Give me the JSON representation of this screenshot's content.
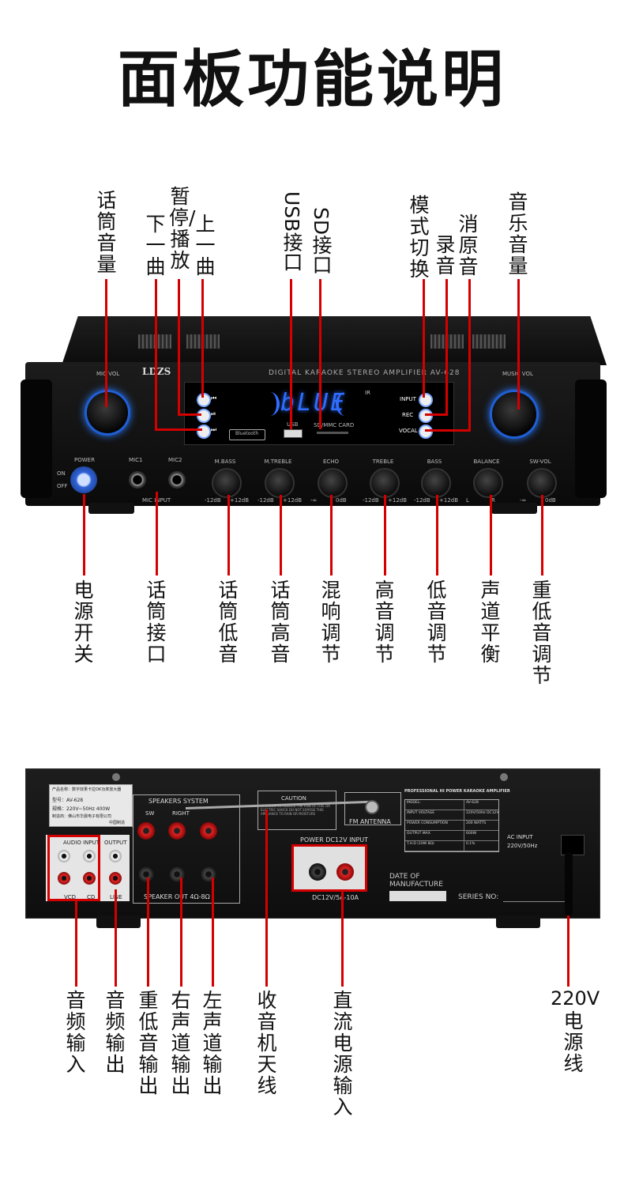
{
  "title": "面板功能说明",
  "front_device": {
    "brand": "LDZS",
    "model_line": "DIGITAL KARAOKE STEREO AMPLIFIER  AV-628",
    "display_text": "bLUE",
    "mic_vol": "MIC VOL",
    "music_vol": "MUSIC VOL",
    "power": "POWER",
    "on": "ON",
    "off": "OFF",
    "mic1": "MIC1",
    "mic2": "MIC2",
    "mic_input": "MIC INPUT",
    "ir": "IR",
    "usb": "USB",
    "sd_card": "SD/MMC CARD",
    "bluetooth": "Bluetooth",
    "input": "INPUT",
    "rec": "REC",
    "vocal": "VOCAL",
    "knobs": [
      {
        "label": "M.BASS",
        "min": "-12dB",
        "max": "+12dB"
      },
      {
        "label": "M.TREBLE",
        "min": "-12dB",
        "max": "+12dB"
      },
      {
        "label": "ECHO",
        "min": "-∞",
        "max": "0dB"
      },
      {
        "label": "TREBLE",
        "min": "-12dB",
        "max": "+12dB"
      },
      {
        "label": "BASS",
        "min": "-12dB",
        "max": "+12dB"
      },
      {
        "label": "BALANCE",
        "min": "L",
        "max": "R"
      },
      {
        "label": "SW-VOL",
        "min": "-∞",
        "max": "0dB"
      }
    ]
  },
  "front_labels_top": [
    {
      "name": "mic-volume",
      "text": "话筒音量"
    },
    {
      "name": "pause-play",
      "text": "暂停/播放"
    },
    {
      "name": "prev-track",
      "text": "下一曲"
    },
    {
      "name": "next-track",
      "text": "上一曲"
    },
    {
      "name": "usb-port",
      "text": "USB接口"
    },
    {
      "name": "sd-port",
      "text": "SD接口"
    },
    {
      "name": "mode-switch",
      "text": "模式切换"
    },
    {
      "name": "record",
      "text": "录音"
    },
    {
      "name": "vocal-cut",
      "text": "消原音"
    },
    {
      "name": "music-volume",
      "text": "音乐音量"
    }
  ],
  "front_labels_bottom": [
    {
      "name": "power-switch",
      "text": "电源开关"
    },
    {
      "name": "mic-jack",
      "text": "话筒接口"
    },
    {
      "name": "mic-bass",
      "text": "话筒低音"
    },
    {
      "name": "mic-treble",
      "text": "话筒高音"
    },
    {
      "name": "echo-adjust",
      "text": "混响调节"
    },
    {
      "name": "treble-adjust",
      "text": "高音调节"
    },
    {
      "name": "bass-adjust",
      "text": "低音调节"
    },
    {
      "name": "balance",
      "text": "声道平衡"
    },
    {
      "name": "subwoofer-adjust",
      "text": "重低音调节"
    }
  ],
  "rear_device": {
    "product_name": "产品名称：数字效果卡拉OK功率放大器",
    "model": "型号：AV-628",
    "spec": "规格：220V~50Hz 400W",
    "maker": "制造商：佛山市华晨电子有限公司",
    "made_in": "中国制造",
    "audio_input": "AUDIO INPUT",
    "output": "OUTPUT",
    "vcd": "VCD",
    "cd": "CD",
    "line": "LINE",
    "speakers_system": "SPEAKERS SYSTEM",
    "sw": "SW",
    "right": "RIGHT",
    "speaker_out": "SPEAKER OUT 4Ω-8Ω",
    "caution": "CAUTION",
    "warning": "WARNING:TO REDUCE THE RISK OF FIRE OR ELECTRIC SHOCK DO NOT EXPOSE THIS APPLIANCE TO RAIN OR MOISTURE",
    "fm_antenna": "FM ANTENNA",
    "power_dc": "POWER DC12V INPUT",
    "dc_rating": "DC12V/5A-10A",
    "spec_title": "PROFESSIONAL HI POWER KARAOKE AMPLIFIER",
    "spec_rows": [
      [
        "MODEL:",
        "AV-628"
      ],
      [
        "INPUT VOLTAGE",
        "220V/50Hz DC12V/10A"
      ],
      [
        "POWER CONSUMPTION",
        "200 WATTS"
      ],
      [
        "OUTPUT MAX",
        "600W"
      ],
      [
        "T.H.D     (10W 8Ω)",
        "0.1%"
      ]
    ],
    "ac_input": "AC INPUT",
    "ac_rating": "220V/50Hz",
    "date_of": "DATE OF",
    "manufacture": "MANUFACTURE",
    "serial": "SERIES NO:"
  },
  "rear_labels": [
    {
      "name": "audio-input",
      "text": "音频输入"
    },
    {
      "name": "audio-output",
      "text": "音频输出"
    },
    {
      "name": "subwoofer-out",
      "text": "重低音输出"
    },
    {
      "name": "right-out",
      "text": "右声道输出"
    },
    {
      "name": "left-out",
      "text": "左声道输出"
    },
    {
      "name": "radio-antenna",
      "text": "收音机天线"
    },
    {
      "name": "dc-power-in",
      "text": "直流电源输入"
    },
    {
      "name": "ac-power-line-volt",
      "text": "220V"
    },
    {
      "name": "ac-power-line",
      "text": "电源线"
    }
  ]
}
